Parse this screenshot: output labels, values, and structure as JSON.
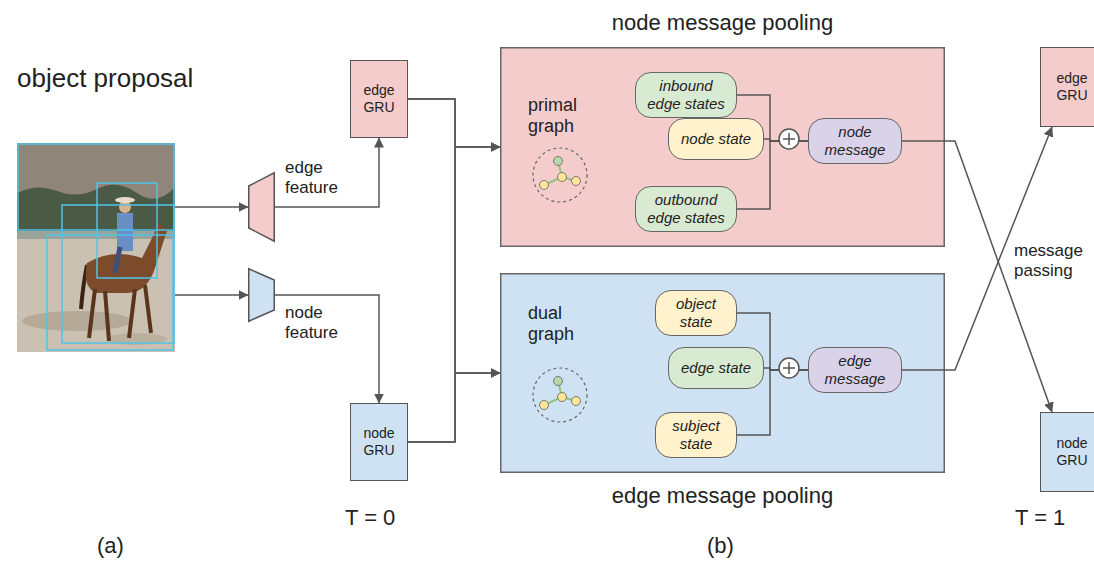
{
  "diagram": {
    "nodes": [
      {
        "text": [
          "object proposal"
        ]
      },
      {
        "text": [
          "edge feature"
        ]
      },
      {
        "text": [
          "node feature"
        ]
      },
      {
        "text": [
          "edge GRU"
        ]
      },
      {
        "text": [
          "node GRU"
        ]
      },
      {
        "text": [
          "node message pooling",
          "primal graph"
        ]
      },
      {
        "text": [
          "inbound edge states"
        ],
        "in": 5
      },
      {
        "text": [
          "node state"
        ],
        "in": 5
      },
      {
        "text": [
          "outbound edge states"
        ],
        "in": 5
      },
      {
        "text": [
          "node message"
        ],
        "in": 5
      },
      {
        "text": [
          "edge message pooling",
          "dual graph"
        ]
      },
      {
        "text": [
          "object state"
        ],
        "in": 10
      },
      {
        "text": [
          "edge state"
        ],
        "in": 10
      },
      {
        "text": [
          "subject state"
        ],
        "in": 10
      },
      {
        "text": [
          "edge message"
        ],
        "in": 10
      },
      {
        "text": [
          "edge GRU"
        ]
      },
      {
        "text": [
          "node GRU"
        ]
      }
    ],
    "edges": [
      {
        "from": 0,
        "to": 1,
        "arrow": "to"
      },
      {
        "from": 0,
        "to": 2,
        "arrow": "to"
      },
      {
        "from": 1,
        "to": 3,
        "arrow": "to"
      },
      {
        "from": 2,
        "to": 4,
        "arrow": "to"
      },
      {
        "from": 3,
        "to": 5,
        "arrow": "to"
      },
      {
        "from": 3,
        "to": 10,
        "arrow": "to"
      },
      {
        "from": 4,
        "to": 5,
        "arrow": "to"
      },
      {
        "from": 4,
        "to": 10,
        "arrow": "to"
      },
      {
        "from": 6,
        "to": 9,
        "arrow": "none"
      },
      {
        "from": 7,
        "to": 9,
        "arrow": "none"
      },
      {
        "from": 8,
        "to": 9,
        "arrow": "none"
      },
      {
        "from": 11,
        "to": 14,
        "arrow": "none"
      },
      {
        "from": 12,
        "to": 14,
        "arrow": "none"
      },
      {
        "from": 13,
        "to": 14,
        "arrow": "none"
      },
      {
        "from": 9,
        "to": 16,
        "arrow": "to"
      },
      {
        "from": 14,
        "to": 15,
        "arrow": "to"
      }
    ],
    "labels": [
      "T = 0",
      "T = 1",
      "message passing",
      "(a)",
      "(b)"
    ]
  }
}
